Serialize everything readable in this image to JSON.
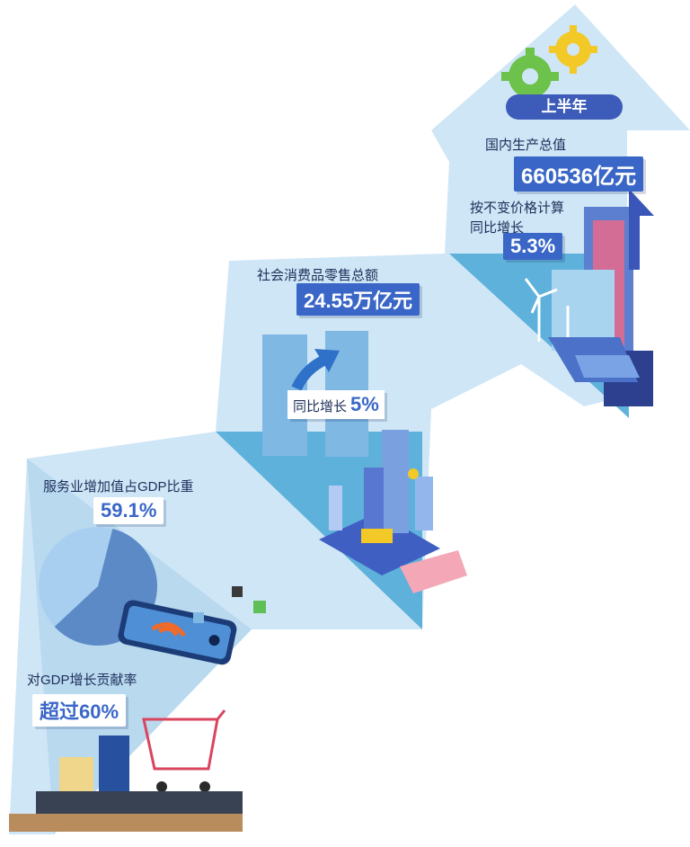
{
  "colors": {
    "panel": "#cfe6f6",
    "panel_edge": "#b9d9ef",
    "ribbon": "#57aed9",
    "accent_blue": "#3a67c7",
    "pie_dark": "#5b8ac7",
    "pie_light": "#a9cff0",
    "text": "#1d2f5a"
  },
  "header": {
    "period_label": "上半年"
  },
  "gdp": {
    "label": "国内生产总值",
    "value": "660536亿元",
    "growth_label_line1": "按不变价格计算",
    "growth_label_line2": "同比增长",
    "growth_value": "5.3%"
  },
  "retail": {
    "label": "社会消费品零售总额",
    "value": "24.55万亿元",
    "growth_label": "同比增长",
    "growth_value": "5%"
  },
  "services": {
    "share_label": "服务业增加值占GDP比重",
    "share_value": "59.1%",
    "share_fraction": 0.591,
    "contribution_label": "对GDP增长贡献率",
    "contribution_value": "超过60%"
  },
  "icons": [
    "gear-icon",
    "up-arrow-icon",
    "pie-chart-icon",
    "smartphone-icon",
    "shopping-cart-icon",
    "wind-turbine-icon",
    "solar-panel-icon",
    "building-icon"
  ]
}
